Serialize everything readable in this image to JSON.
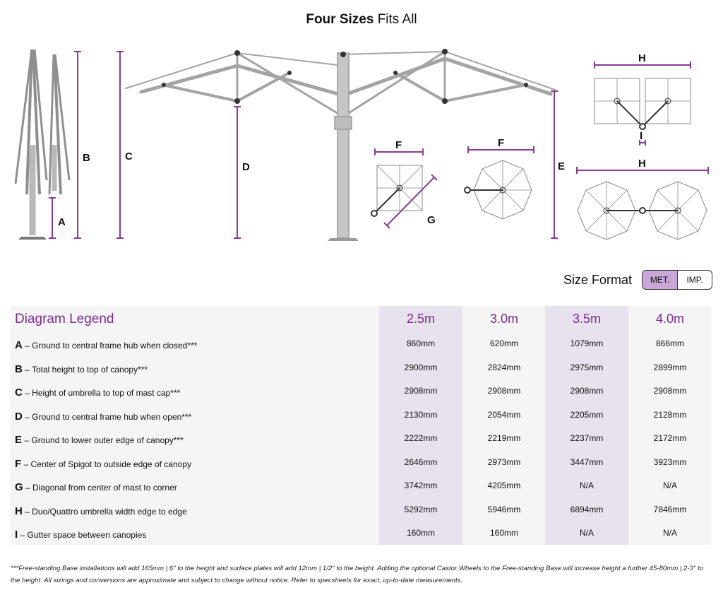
{
  "title": {
    "bold": "Four Sizes",
    "light": "Fits All"
  },
  "diagram": {
    "labels": {
      "a": "A",
      "b": "B",
      "c": "C",
      "d": "D",
      "e": "E",
      "f1": "F",
      "f2": "F",
      "g": "G",
      "h1": "H",
      "h2": "H",
      "i": "I"
    },
    "colors": {
      "accent": "#8b3a9a",
      "frame": "#9a9a9a",
      "dark": "#333333"
    }
  },
  "size_format": {
    "label": "Size Format",
    "options": [
      "MET.",
      "IMP."
    ],
    "selected": "MET."
  },
  "legend": {
    "title": "Diagram Legend",
    "sizes": [
      "2.5m",
      "3.0m",
      "3.5m",
      "4.0m"
    ],
    "rows": [
      {
        "letter": "A",
        "desc": " – Ground to central frame hub when closed***",
        "values": [
          "860mm",
          "620mm",
          "1079mm",
          "866mm"
        ]
      },
      {
        "letter": "B",
        "desc": " – Total height to top of canopy***",
        "values": [
          "2900mm",
          "2824mm",
          "2975mm",
          "2899mm"
        ]
      },
      {
        "letter": "C",
        "desc": " – Height of umbrella to top of mast cap***",
        "values": [
          "2908mm",
          "2908mm",
          "2908mm",
          "2908mm"
        ]
      },
      {
        "letter": "D",
        "desc": " – Ground to central frame hub when open***",
        "values": [
          "2130mm",
          "2054mm",
          "2205mm",
          "2128mm"
        ]
      },
      {
        "letter": "E",
        "desc": " – Ground to lower outer edge of canopy***",
        "values": [
          "2222mm",
          "2219mm",
          "2237mm",
          "2172mm"
        ]
      },
      {
        "letter": "F",
        "desc": " – Center of Spigot to outside edge of canopy",
        "values": [
          "2646mm",
          "2973mm",
          "3447mm",
          "3923mm"
        ]
      },
      {
        "letter": "G",
        "desc": " – Diagonal from center of mast to corner",
        "values": [
          "3742mm",
          "4205mm",
          "N/A",
          "N/A"
        ]
      },
      {
        "letter": "H",
        "desc": " – Duo/Quattro umbrella width edge to edge",
        "values": [
          "5292mm",
          "5946mm",
          "6894mm",
          "7846mm"
        ]
      },
      {
        "letter": "I",
        "desc": " – Gutter space between canopies",
        "values": [
          "160mm",
          "160mm",
          "N/A",
          "N/A"
        ]
      }
    ]
  },
  "footnote": "***Free-standing Base installations will add 165mm | 6″ to the height and surface plates will add 12mm | 1/2″ to the height. Adding the optional Castor Wheels to the Free-standing Base will increase height a further 45-80mm | 2-3″ to the height. All sizings and conversions are approximate and subject to change without notice. Refer to specsheets for exact, up-to-date measurements."
}
